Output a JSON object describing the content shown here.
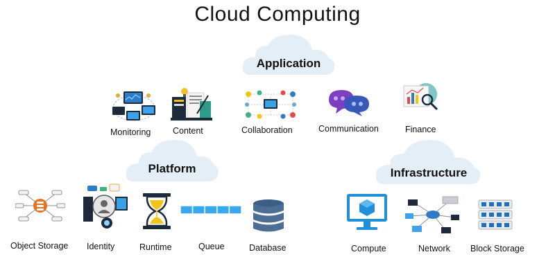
{
  "title": "Cloud Computing",
  "colors": {
    "cloud_fill": "#e3eef7",
    "accent_blue": "#1f7fc8",
    "dark_navy": "#1c2a3a",
    "hourglass": "#f0c419"
  },
  "application": {
    "label": "Application",
    "items": [
      {
        "label": "Monitoring",
        "icon": "monitoring-icon"
      },
      {
        "label": "Content",
        "icon": "content-icon"
      },
      {
        "label": "Collaboration",
        "icon": "collaboration-icon"
      },
      {
        "label": "Communication",
        "icon": "communication-icon"
      },
      {
        "label": "Finance",
        "icon": "finance-icon"
      }
    ]
  },
  "platform": {
    "label": "Platform",
    "items": [
      {
        "label": "Object Storage",
        "icon": "object-storage-icon"
      },
      {
        "label": "Identity",
        "icon": "identity-icon"
      },
      {
        "label": "Runtime",
        "icon": "hourglass-icon"
      },
      {
        "label": "Queue",
        "icon": "queue-icon"
      },
      {
        "label": "Database",
        "icon": "database-icon"
      }
    ]
  },
  "infrastructure": {
    "label": "Infrastructure",
    "items": [
      {
        "label": "Compute",
        "icon": "compute-icon"
      },
      {
        "label": "Network",
        "icon": "network-icon"
      },
      {
        "label": "Block Storage",
        "icon": "block-storage-icon"
      }
    ]
  }
}
